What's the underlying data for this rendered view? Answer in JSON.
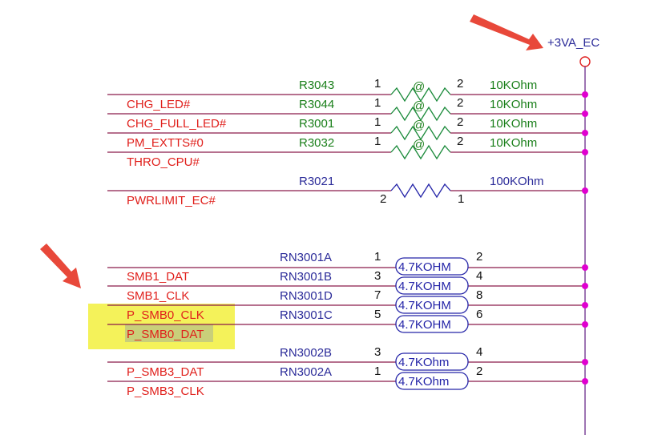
{
  "power_rail": {
    "label": "+3VA_EC"
  },
  "resistors": [
    {
      "ref": "R3043",
      "value": "10KOhm",
      "pin_left": "1",
      "pin_right": "2",
      "net": "",
      "marker": "@"
    },
    {
      "ref": "R3044",
      "value": "10KOhm",
      "pin_left": "1",
      "pin_right": "2",
      "net": "CHG_LED#",
      "marker": "@"
    },
    {
      "ref": "R3001",
      "value": "10KOhm",
      "pin_left": "1",
      "pin_right": "2",
      "net": "CHG_FULL_LED#",
      "marker": "@"
    },
    {
      "ref": "R3032",
      "value": "10KOhm",
      "pin_left": "1",
      "pin_right": "2",
      "net": "PM_EXTTS#0",
      "marker": "@"
    },
    {
      "ref": "",
      "value": "",
      "pin_left": "",
      "pin_right": "",
      "net": "THRO_CPU#",
      "marker": ""
    }
  ],
  "resistor_single": {
    "ref": "R3021",
    "value": "100KOhm",
    "pin_left": "2",
    "pin_right": "1",
    "net": "PWRLIMIT_EC#"
  },
  "networks_a": [
    {
      "ref": "RN3001A",
      "pin_left": "1",
      "pin_right": "2",
      "value": "4.7KOHM",
      "net": ""
    },
    {
      "ref": "RN3001B",
      "pin_left": "3",
      "pin_right": "4",
      "value": "4.7KOHM",
      "net": "SMB1_DAT"
    },
    {
      "ref": "RN3001D",
      "pin_left": "7",
      "pin_right": "8",
      "value": "4.7KOHM",
      "net": "SMB1_CLK"
    },
    {
      "ref": "RN3001C",
      "pin_left": "5",
      "pin_right": "6",
      "value": "4.7KOHM",
      "net": "P_SMB0_CLK"
    },
    {
      "ref": "",
      "pin_left": "",
      "pin_right": "",
      "value": "",
      "net": "P_SMB0_DAT"
    }
  ],
  "networks_b": [
    {
      "ref": "RN3002B",
      "pin_left": "3",
      "pin_right": "4",
      "value": "4.7KOhm",
      "net": ""
    },
    {
      "ref": "RN3002A",
      "pin_left": "1",
      "pin_right": "2",
      "value": "4.7KOhm",
      "net": "P_SMB3_DAT"
    },
    {
      "ref": "",
      "pin_left": "",
      "pin_right": "",
      "value": "",
      "net": "P_SMB3_CLK"
    }
  ],
  "colors": {
    "net_label": "#e0201c",
    "ref_label": "#2b2b99",
    "value_label": "#1a7f1a",
    "junction": "#e000d0",
    "highlight": "#f4f25a",
    "arrow": "#e8483a"
  }
}
